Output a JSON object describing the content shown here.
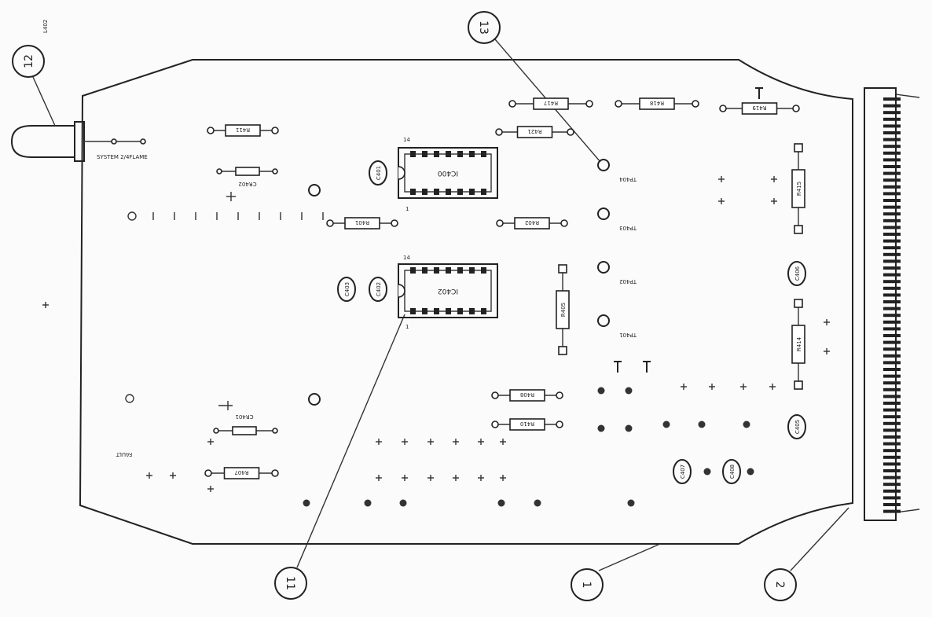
{
  "callouts": {
    "c12": "12",
    "c13": "13",
    "c11": "11",
    "c1": "1",
    "c2": "2"
  },
  "board": {
    "lamp_ref": "L402",
    "lamp_label": "SYSTEM 2/4FLAME",
    "fault_label": "FAULT"
  },
  "resistors": {
    "r411": "R411",
    "r417": "R417",
    "r418": "R418",
    "r419": "R419",
    "r421": "R421",
    "r401": "R401",
    "r402": "R402",
    "r405": "R405",
    "r415": "R415",
    "r414": "R414",
    "r408": "R408",
    "r410": "R410",
    "r407": "R407"
  },
  "chips": {
    "ic400": "IC400",
    "ic402": "IC402",
    "pin14_top": "14",
    "pin1_top": "1",
    "pin14_bot": "14",
    "pin1_bot": "1"
  },
  "diodes": {
    "cr402": "CR402",
    "cr401": "CR401"
  },
  "capacitors": {
    "c401": "C401",
    "c403": "C403",
    "c402": "C402",
    "c406": "C406",
    "c405": "C405",
    "c407": "C407",
    "c408": "C408"
  },
  "testpoints": {
    "tp404": "TP404",
    "tp403": "TP403",
    "tp402": "TP402",
    "tp401": "TP401"
  }
}
